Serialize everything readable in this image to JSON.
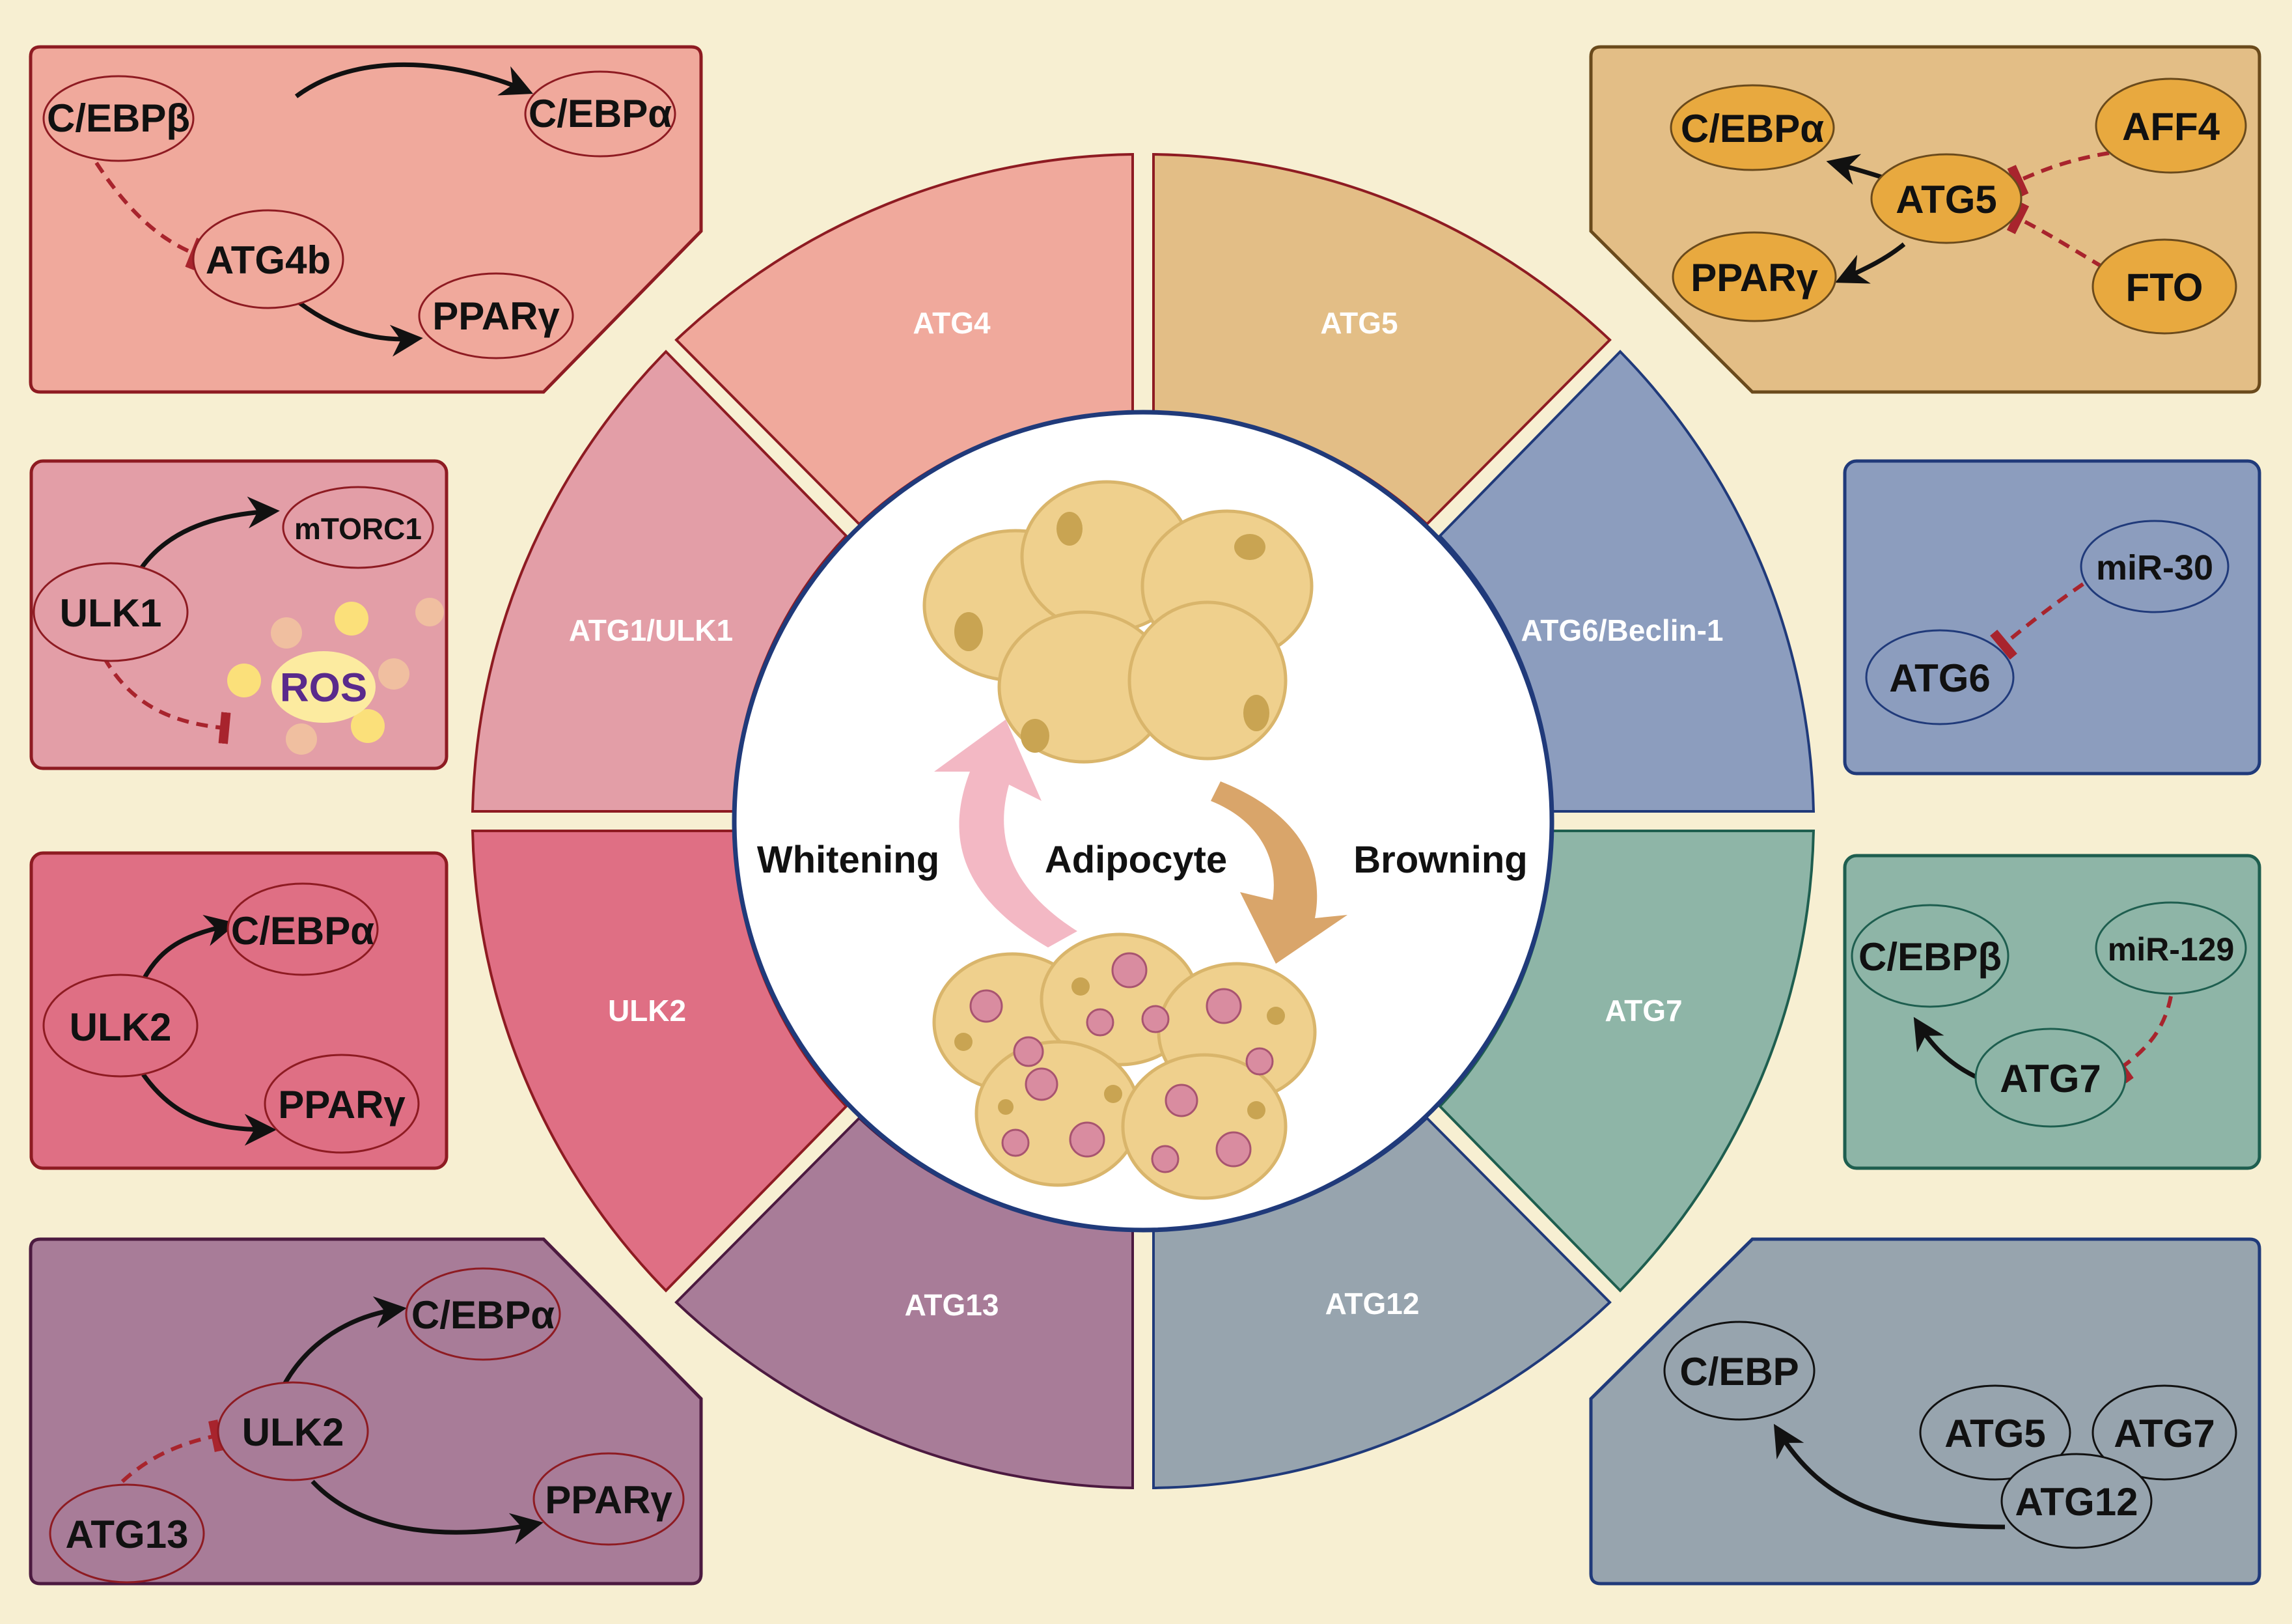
{
  "center": {
    "cell_label": "Adipocyte",
    "left_label": "Whitening",
    "right_label": "Browning"
  },
  "colors": {
    "background": "#F7EFD2",
    "atg4": "#F0A99C",
    "atg5": "#E3BE86",
    "atg6": "#8C9DBE",
    "atg7": "#8EB5A7",
    "atg12": "#97A4AE",
    "atg13": "#A87C98",
    "ulk2": "#DF6F84",
    "ulk1": "#E39EA7",
    "inhibition": "#A8242D"
  },
  "segments": {
    "atg4": "ATG4",
    "atg5": "ATG5",
    "atg6": "ATG6/Beclin-1",
    "atg7": "ATG7",
    "atg12": "ATG12",
    "atg13": "ATG13",
    "ulk2": "ULK2",
    "ulk1": "ATG1/ULK1"
  },
  "panels": {
    "atg4": {
      "n1": "C/EBPβ",
      "n2": "C/EBPα",
      "n3": "ATG4b",
      "n4": "PPARγ"
    },
    "ulk1": {
      "n1": "mTORC1",
      "n2": "ULK1",
      "n3": "ROS"
    },
    "ulk2": {
      "n1": "C/EBPα",
      "n2": "ULK2",
      "n3": "PPARγ"
    },
    "atg13": {
      "n1": "C/EBPα",
      "n2": "ULK2",
      "n3": "PPARγ",
      "n4": "ATG13"
    },
    "atg5": {
      "n1": "C/EBPα",
      "n2": "AFF4",
      "n3": "ATG5",
      "n4": "PPARγ",
      "n5": "FTO"
    },
    "atg6": {
      "n1": "miR-30",
      "n2": "ATG6"
    },
    "atg7": {
      "n1": "C/EBPβ",
      "n2": "miR-129",
      "n3": "ATG7"
    },
    "atg12": {
      "n1": "C/EBP",
      "n2": "ATG5",
      "n3": "ATG7",
      "n4": "ATG12"
    }
  }
}
